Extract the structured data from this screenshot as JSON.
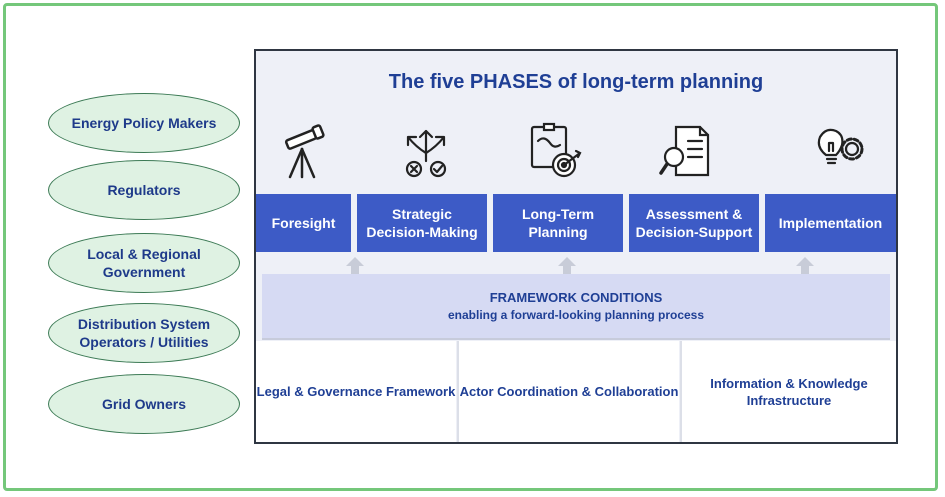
{
  "stakeholders": [
    "Energy Policy Makers",
    "Regulators",
    "Local & Regional Government",
    "Distribution System Operators / Utilities",
    "Grid Owners"
  ],
  "title": "The five PHASES of long-term planning",
  "phases": [
    {
      "label": "Foresight",
      "icon": "telescope-icon"
    },
    {
      "label": "Strategic Decision-Making",
      "icon": "decision-arrows-icon"
    },
    {
      "label": "Long-Term Planning",
      "icon": "target-board-icon"
    },
    {
      "label": "Assessment & Decision-Support",
      "icon": "document-magnifier-icon"
    },
    {
      "label": "Implementation",
      "icon": "lightbulb-gear-icon"
    }
  ],
  "framework": {
    "title": "FRAMEWORK CONDITIONS",
    "subtitle": "enabling a forward-looking planning process"
  },
  "pillars": [
    "Legal & Governance Framework",
    "Actor Coordination & Collaboration",
    "Information & Knowledge Infrastructure"
  ],
  "colors": {
    "phase_fill": "#3d5bc6",
    "title_text": "#1f3f95",
    "ellipse_fill": "#dff2e3",
    "border_green": "#74c77a"
  }
}
